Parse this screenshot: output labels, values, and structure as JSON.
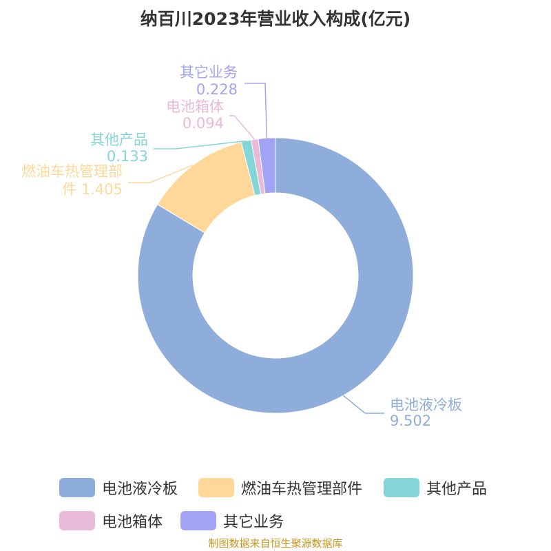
{
  "title": "纳百川2023年营业收入构成(亿元)",
  "chart_data": {
    "type": "pie",
    "title": "纳百川2023年营业收入构成(亿元)",
    "donut": true,
    "categories": [
      "电池液冷板",
      "燃油车热管理部件",
      "其他产品",
      "电池箱体",
      "其它业务"
    ],
    "values": [
      9.502,
      1.405,
      0.133,
      0.094,
      0.228
    ],
    "value_labels": [
      "9.502",
      "1.405",
      "0.133",
      "0.094",
      "0.228"
    ],
    "colors": [
      "#8eaddb",
      "#ffd899",
      "#84d5d7",
      "#e8b9d9",
      "#a2a3f5"
    ],
    "legend_position": "bottom"
  },
  "source": "制图数据来自恒生聚源数据库"
}
